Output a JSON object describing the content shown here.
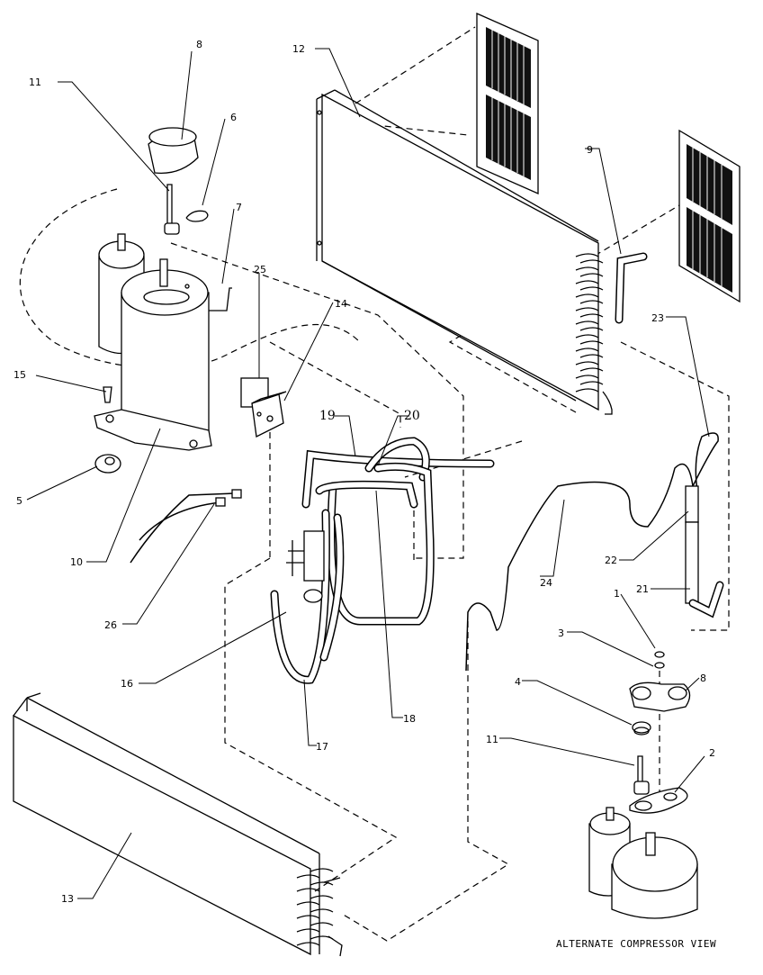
{
  "callouts": {
    "c1a": "1",
    "c2": "2",
    "c3": "3",
    "c4": "4",
    "c5": "5",
    "c6": "6",
    "c7": "7",
    "c8a": "8",
    "c8b": "8",
    "c9": "9",
    "c10": "10",
    "c11a": "11",
    "c11b": "11",
    "c12": "12",
    "c13": "13",
    "c14": "14",
    "c15": "15",
    "c16": "16",
    "c17": "17",
    "c18": "18",
    "c19": "19",
    "c20": "20",
    "c21": "21",
    "c22": "22",
    "c23": "23",
    "c24": "24",
    "c25": "25",
    "c26": "26"
  },
  "caption": "ALTERNATE COMPRESSOR VIEW"
}
